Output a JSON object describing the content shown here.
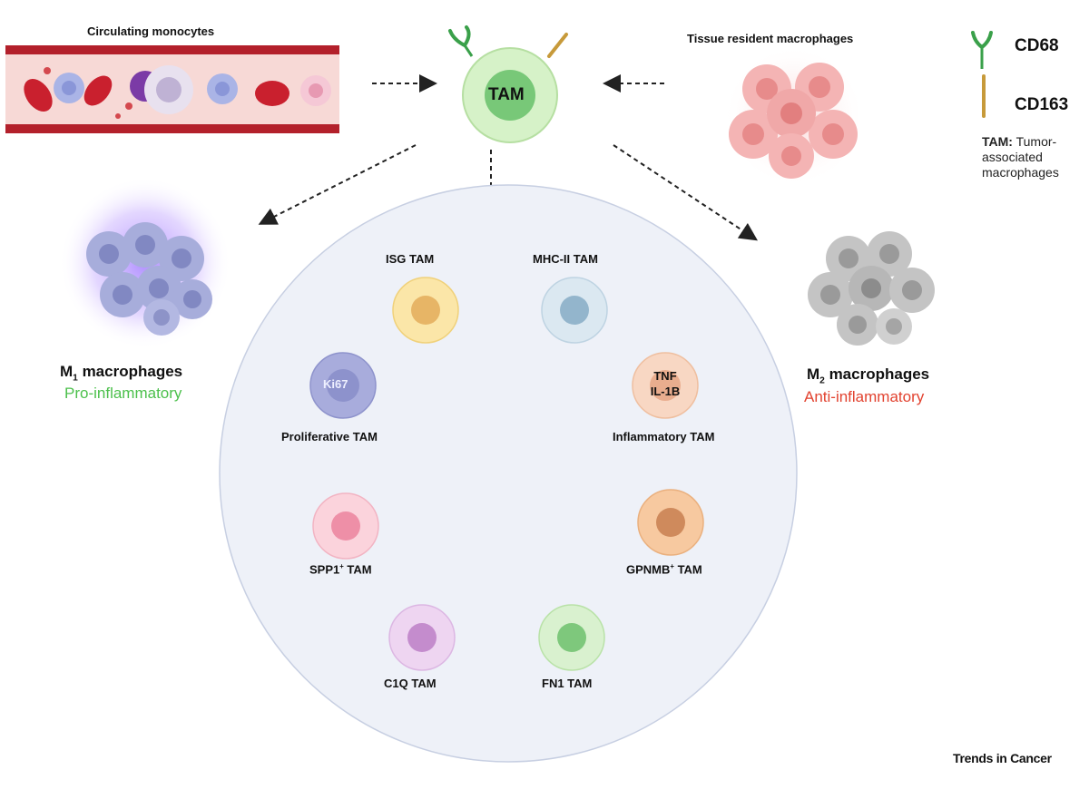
{
  "top": {
    "circulating_monocytes": "Circulating monocytes",
    "tissue_resident_macrophages": "Tissue resident macrophages",
    "tam_center": "TAM"
  },
  "legend": {
    "cd68": "CD68",
    "cd163": "CD163",
    "tam_abbrev": "TAM:",
    "tam_definition_1": "Tumor-",
    "tam_definition_2": "associated",
    "tam_definition_3": "macrophages"
  },
  "m1": {
    "title_pre": "M",
    "title_sub": "1",
    "title_post": " macrophages",
    "subtitle": "Pro-inflammatory"
  },
  "m2": {
    "title_pre": "M",
    "title_sub": "2",
    "title_post": " macrophages",
    "subtitle": "Anti-inflammatory"
  },
  "subtypes": {
    "isg": "ISG TAM",
    "mhc2": "MHC-II TAM",
    "proliferative": "Proliferative TAM",
    "ki67": "Ki67",
    "inflammatory": "Inflammatory TAM",
    "tnf": "TNF",
    "il1b": "IL-1B",
    "spp1_pre": "SPP1",
    "spp1_sup": "+",
    "spp1_post": " TAM",
    "gpnmb_pre": "GPNMB",
    "gpnmb_sup": "+",
    "gpnmb_post": " TAM",
    "c1q": "C1Q TAM",
    "fn1": "FN1 TAM"
  },
  "footer": {
    "journal": "Trends in Cancer"
  },
  "colors": {
    "m1_subtitle": "#4cc04c",
    "m2_subtitle": "#e2422f",
    "vessel": "#c0202a",
    "circle_fill": "#eef1f8",
    "circle_stroke": "#c7cfe2",
    "cd68_marker": "#3aa04a",
    "cd163_marker": "#c79a3a"
  },
  "icons": {
    "cd68": "y-shaped-receptor-icon",
    "cd163": "rod-receptor-icon"
  }
}
